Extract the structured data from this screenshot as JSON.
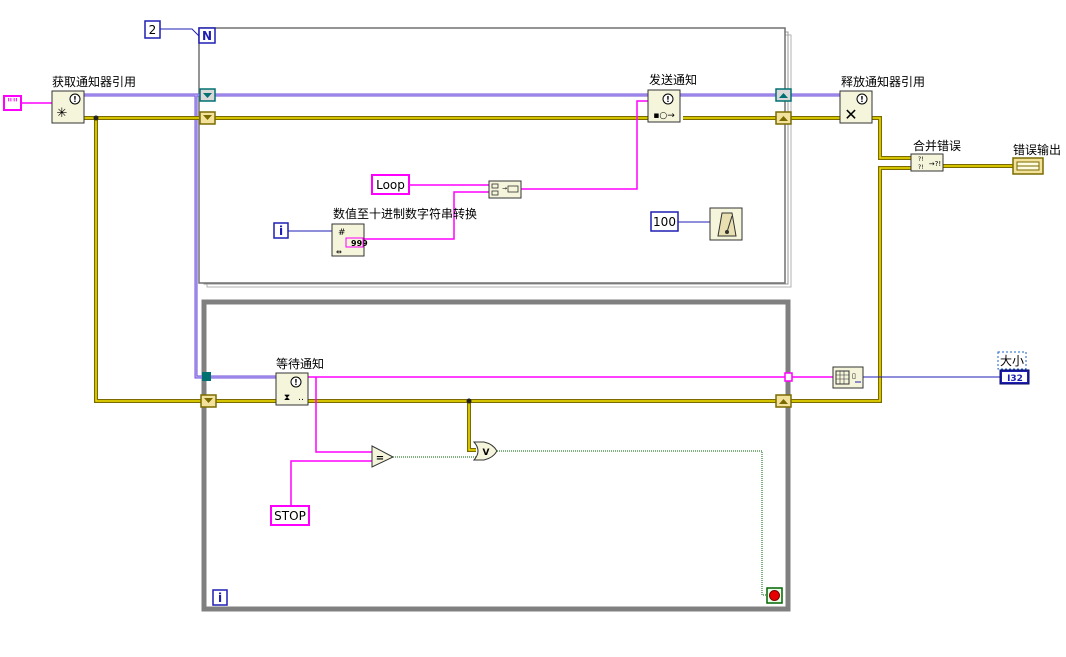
{
  "labels": {
    "obtain_notifier": "获取通知器引用",
    "send_notification": "发送通知",
    "release_notifier": "释放通知器引用",
    "merge_errors": "合并错误",
    "error_out": "错误输出",
    "number_to_decimal_string": "数值至十进制数字符串转换",
    "wait_on_notification": "等待通知",
    "size": "大小"
  },
  "constants": {
    "empty_string": "\"\"",
    "loop_count": "2",
    "loop_string": "Loop",
    "wait_ms": "100",
    "stop_string": "STOP",
    "size_type": "I32"
  },
  "loop_terminals": {
    "for_count": "N",
    "for_iteration": "i",
    "while_iteration": "i"
  },
  "colors": {
    "string_wire": "#ff00ff",
    "error_wire": "#8b7a00",
    "refnum_wire": "#6e4fd6",
    "numeric_wire": "#1e1eb4",
    "boolean_wire": "#006400"
  }
}
